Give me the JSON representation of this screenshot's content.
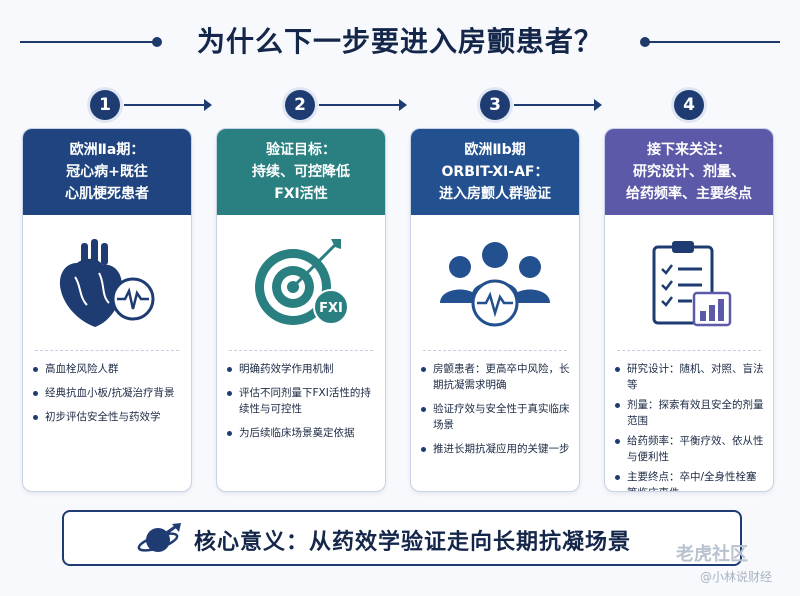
{
  "title": "为什么下一步要进入房颤患者？",
  "steps": [
    {
      "number": "1",
      "header_lines": [
        "欧洲Ⅱa期：",
        "冠心病+既往",
        "心肌梗死患者"
      ],
      "header_color": "#1f4480",
      "icon": "heart-ecg-icon",
      "bullets": [
        "高血栓风险人群",
        "经典抗血小板/抗凝治疗背景",
        "初步评估安全性与药效学"
      ]
    },
    {
      "number": "2",
      "header_lines": [
        "验证目标：",
        "持续、可控降低",
        "FXI活性"
      ],
      "header_color": "#2a7f80",
      "icon": "target-fxi-icon",
      "icon_label": "FXI",
      "bullets": [
        "明确药效学作用机制",
        "评估不同剂量下FXI活性的持续性与可控性",
        "为后续临床场景奠定依据"
      ]
    },
    {
      "number": "3",
      "header_lines": [
        "欧洲Ⅱb期",
        "ORBIT-XI-AF：",
        "进入房颤人群验证"
      ],
      "header_color": "#23508f",
      "icon": "patient-group-icon",
      "bullets": [
        "房颤患者：更高卒中风险，长期抗凝需求明确",
        "验证疗效与安全性于真实临床场景",
        "推进长期抗凝应用的关键一步"
      ]
    },
    {
      "number": "4",
      "header_lines": [
        "接下来关注：",
        "研究设计、剂量、",
        "给药频率、主要终点"
      ],
      "header_color": "#5c5aa8",
      "icon": "checklist-chart-icon",
      "bullets": [
        "研究设计：随机、对照、盲法等",
        "剂量：探索有效且安全的剂量范围",
        "给药频率：平衡疗效、依从性与便利性",
        "主要终点：卒中/全身性栓塞等临床事件"
      ]
    }
  ],
  "bottom": {
    "icon": "planet-arrow-icon",
    "text": "核心意义：从药效学验证走向长期抗凝场景"
  },
  "watermark": {
    "line1": "老虎社区",
    "line2": "@小林说财经"
  }
}
